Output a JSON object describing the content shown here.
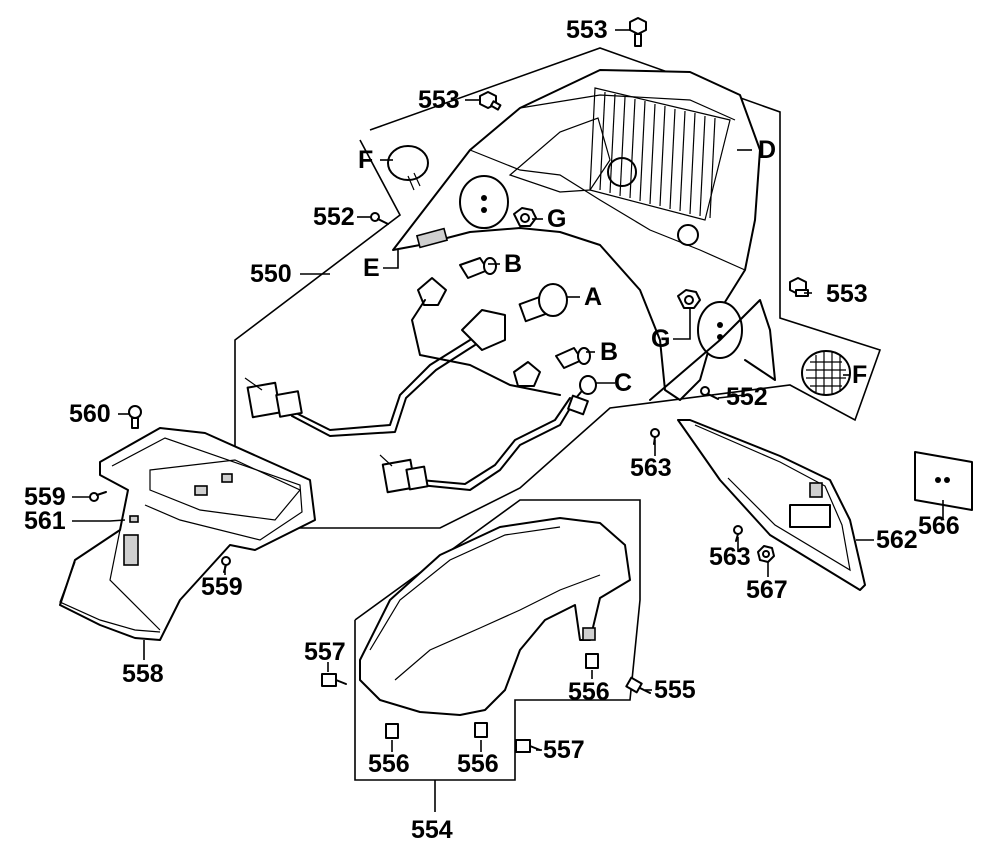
{
  "labels": {
    "l553a": "553",
    "l553b": "553",
    "l553c": "553",
    "lD": "D",
    "lF1": "F",
    "lF2": "F",
    "l552a": "552",
    "l552b": "552",
    "lG1": "G",
    "lG2": "G",
    "lB1": "B",
    "lB2": "B",
    "lA": "A",
    "lC": "C",
    "l550": "550",
    "lE": "E",
    "l560": "560",
    "l559a": "559",
    "l559b": "559",
    "l561": "561",
    "l558": "558",
    "l563a": "563",
    "l563b": "563",
    "l562": "562",
    "l566": "566",
    "l567": "567",
    "l557a": "557",
    "l557b": "557",
    "l556a": "556",
    "l556b": "556",
    "l556c": "556",
    "l555": "555",
    "l554": "554"
  }
}
